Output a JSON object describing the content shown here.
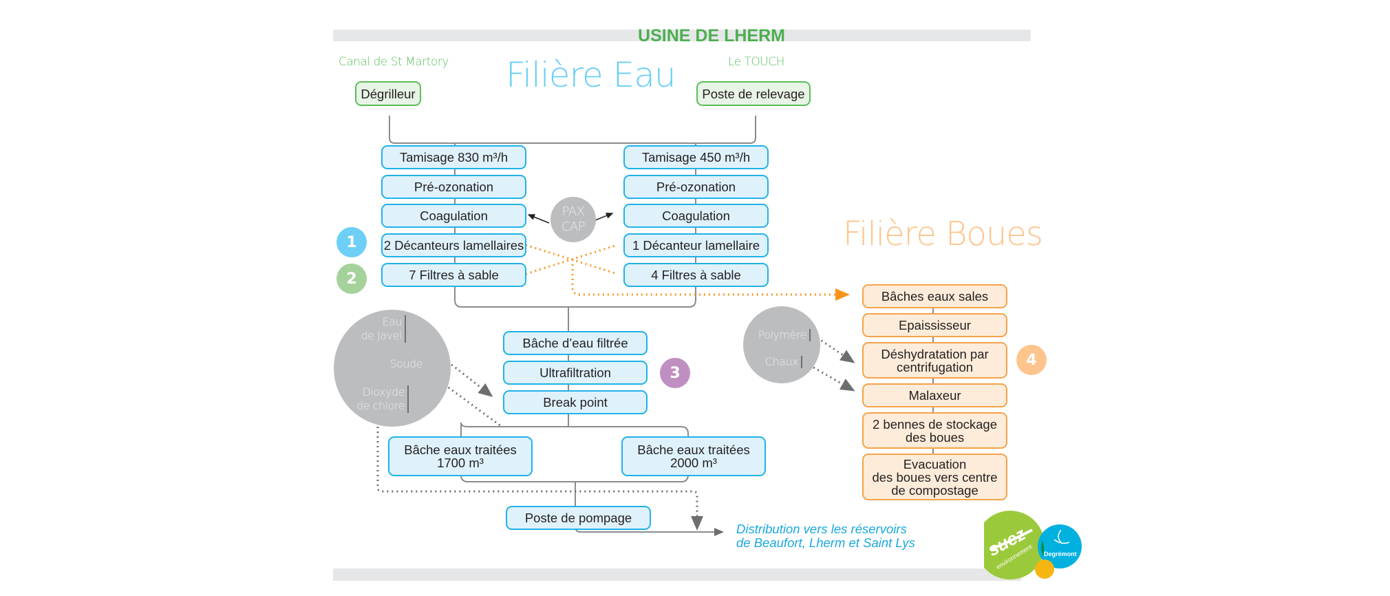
{
  "header": {
    "title": "USINE DE LHERM"
  },
  "filiere_eau": {
    "title": "Filière Eau",
    "sources": [
      {
        "label": "Canal de St Martory",
        "box": "Dégrilleur"
      },
      {
        "label": "Le TOUCH",
        "box": "Poste de relevage"
      }
    ],
    "left_chain": [
      "Tamisage 830 m³/h",
      "Pré-ozonation",
      "Coagulation",
      "2 Décanteurs lamellaires",
      "7 Filtres à sable"
    ],
    "right_chain": [
      "Tamisage 450 m³/h",
      "Pré-ozonation",
      "Coagulation",
      "1 Décanteur lamellaire",
      "4 Filtres à sable"
    ],
    "reagent_pax": [
      "PAX",
      "CAP"
    ],
    "middle_chain": [
      "Bâche d’eau filtrée",
      "Ultrafiltration",
      "Break point"
    ],
    "treated_tanks": [
      {
        "line1": "Bâche eaux traitées",
        "line2": "1700 m³"
      },
      {
        "line1": "Bâche eaux traitées",
        "line2": "2000 m³"
      }
    ],
    "pumping": "Poste de pompage",
    "chemicals": {
      "javel": [
        "Eau",
        "de Javel"
      ],
      "soude": "Soude",
      "dioxyde": [
        "Dioxyde",
        "de chlore"
      ]
    },
    "distribution": [
      "Distribution vers les réservoirs",
      "de Beaufort, Lherm et Saint Lys"
    ]
  },
  "filiere_boues": {
    "title": "Filière Boues",
    "chain": [
      [
        "Bâches eaux sales"
      ],
      [
        "Epaississeur"
      ],
      [
        "Déshydratation par",
        "centrifugation"
      ],
      [
        "Malaxeur"
      ],
      [
        "2 bennes de stockage",
        "des boues"
      ],
      [
        "Evacuation",
        "des boues vers centre",
        "de compostage"
      ]
    ],
    "reagents": [
      "Polymère",
      "Chaux"
    ]
  },
  "badges": [
    {
      "label": "1",
      "color": "#6ecff6"
    },
    {
      "label": "2",
      "color": "#a5d29a"
    },
    {
      "label": "3",
      "color": "#c08fc2"
    },
    {
      "label": "4",
      "color": "#fdc58d"
    }
  ],
  "logo": {
    "brand": "suez",
    "sub": "environnement",
    "partner": "Degrémont"
  },
  "colors": {
    "green": "#5bbc5b",
    "blue": "#1fb2e8",
    "orange": "#f7a24a",
    "gray": "#bcbdbf"
  }
}
